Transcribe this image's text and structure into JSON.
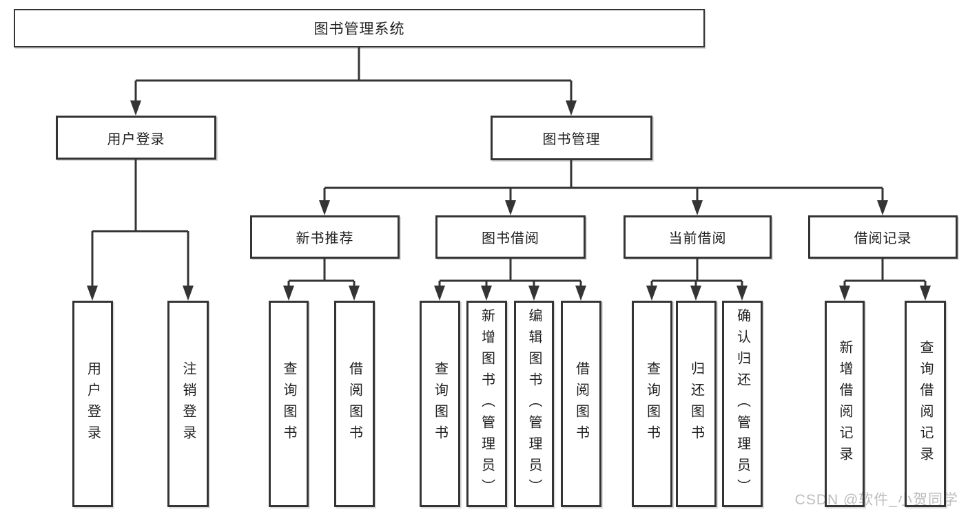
{
  "diagram": {
    "nodes": {
      "root": "图书管理系统",
      "user_login_branch": "用户登录",
      "book_mgmt": "图书管理",
      "new_rec": "新书推荐",
      "book_borrow": "图书借阅",
      "current_borrow": "当前借阅",
      "borrow_records": "借阅记录",
      "user_login": "用户登录",
      "logout": "注销登录",
      "rec_query_books": "查询图书",
      "rec_borrow_books": "借阅图书",
      "bor_query_books": "查询图书",
      "bor_add_books": "新增图书（管理员）",
      "bor_edit_books": "编辑图书（管理员）",
      "bor_borrow_books": "借阅图书",
      "cur_query_books": "查询图书",
      "cur_return_books": "归还图书",
      "cur_confirm_return": "确认归还（管理员）",
      "recs_add_record": "新增借阅记录",
      "recs_query_record": "查询借阅记录"
    },
    "watermark": "CSDN @软件_小贺同学",
    "colors": {
      "line": "#343434",
      "text": "#1f1f1f",
      "watermark": "#bdbdbd",
      "background": "#ffffff"
    }
  }
}
